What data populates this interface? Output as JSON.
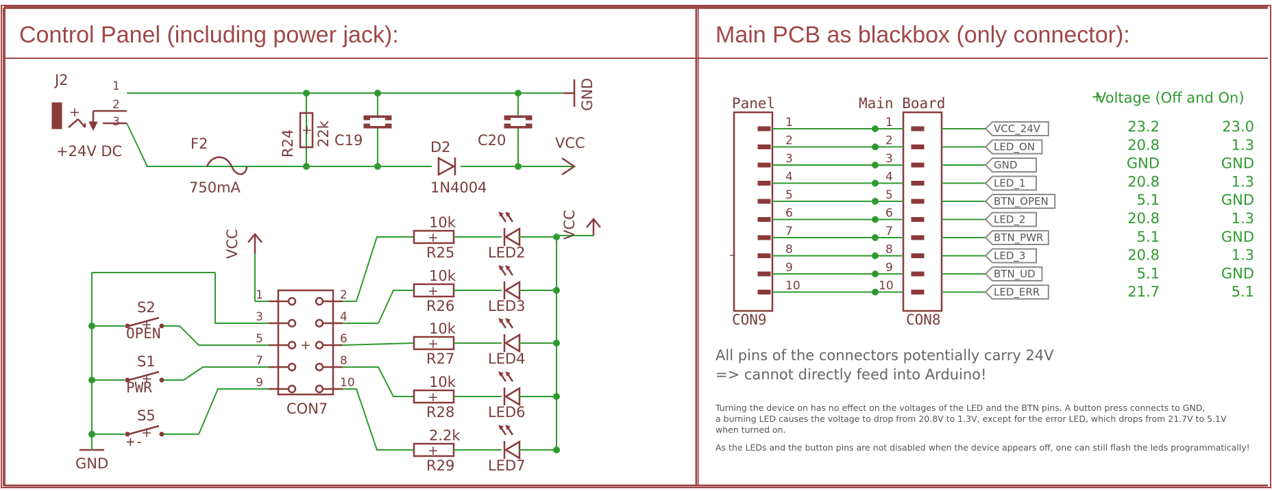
{
  "titles": {
    "left": "Control Panel (including power jack):",
    "right": "Main PCB as blackbox (only connector):"
  },
  "power": {
    "jack_name": "J2",
    "jack_pins": [
      "1",
      "2",
      "3"
    ],
    "jack_value": "+24V DC",
    "fuse_name": "F2",
    "fuse_value": "750mA",
    "r24_name": "R24",
    "r24_value": "22k",
    "c19": "C19",
    "c20": "C20",
    "diode_name": "D2",
    "diode_value": "1N4004",
    "gnd": "GND",
    "vcc": "VCC"
  },
  "panel": {
    "vcc_top": "VCC",
    "vcc_left": "VCC",
    "gnd": "GND",
    "con7": "CON7",
    "con7_left_pins": [
      "1",
      "3",
      "5",
      "7",
      "9"
    ],
    "con7_right_pins": [
      "2",
      "4",
      "6",
      "8",
      "10"
    ],
    "switches": [
      {
        "name": "S2",
        "value": "OPEN"
      },
      {
        "name": "S1",
        "value": "PWR"
      },
      {
        "name": "S5",
        "value": "+-"
      }
    ],
    "leds": [
      {
        "r": "R25",
        "rv": "10k",
        "led": "LED2"
      },
      {
        "r": "R26",
        "rv": "10k",
        "led": "LED3"
      },
      {
        "r": "R27",
        "rv": "10k",
        "led": "LED4"
      },
      {
        "r": "R28",
        "rv": "10k",
        "led": "LED6"
      },
      {
        "r": "R29",
        "rv": "2.2k",
        "led": "LED7"
      }
    ]
  },
  "connector": {
    "panel_label": "Panel",
    "main_label": "Main Board",
    "con9": "CON9",
    "con8": "CON8",
    "pins": [
      "1",
      "2",
      "3",
      "4",
      "5",
      "6",
      "7",
      "8",
      "9",
      "10"
    ],
    "nets": [
      "VCC_24V",
      "LED_ON",
      "GND",
      "LED_1",
      "BTN_OPEN",
      "LED_2",
      "BTN_PWR",
      "LED_3",
      "BTN_UD",
      "LED_ERR"
    ]
  },
  "voltage": {
    "header": "Voltage (Off and On)",
    "off": [
      "23.2",
      "20.8",
      "GND",
      "20.8",
      "5.1",
      "20.8",
      "5.1",
      "20.8",
      "5.1",
      "21.7"
    ],
    "on": [
      "23.0",
      "1.3",
      "GND",
      "1.3",
      "GND",
      "1.3",
      "GND",
      "1.3",
      "GND",
      "5.1"
    ]
  },
  "notes": {
    "line1": "All pins of the connectors potentially carry 24V",
    "line2": "=> cannot directly feed into Arduino!",
    "small1": "Turning the device on has no effect on the voltages of the LED and the BTN pins. A button press connects to GND,",
    "small2": "a burning LED causes the voltage to drop from 20.8V to 1.3V, except for the error LED, which drops from 21.7V to 5.1V",
    "small3": "when turned on.",
    "small4": "As the LEDs and the button pins are not disabled when the device appears off, one can still flash the leds programmatically!"
  }
}
